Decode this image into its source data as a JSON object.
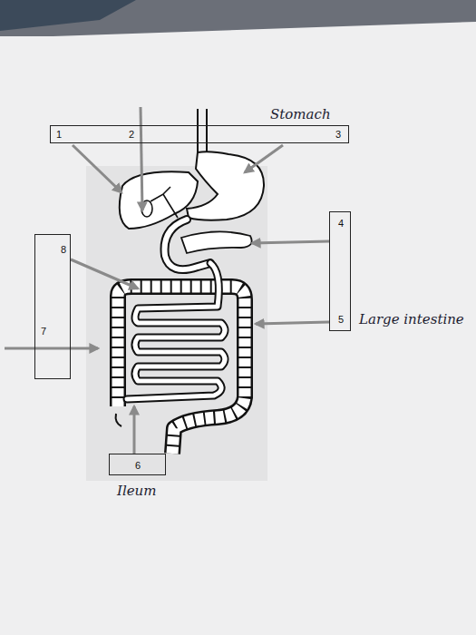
{
  "diagram": {
    "nodes": [
      {
        "text": [
          "1",
          "2",
          "Stomach",
          "3"
        ]
      },
      {
        "text": [
          "4",
          "5",
          "Large intestine"
        ]
      },
      {
        "text": [
          "8",
          "7"
        ]
      },
      {
        "text": [
          "6",
          "Ileum"
        ]
      }
    ]
  }
}
